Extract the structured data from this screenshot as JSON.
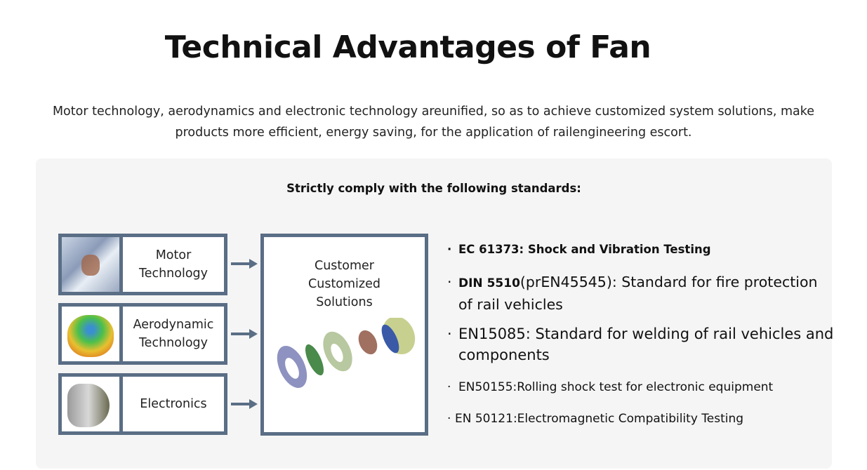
{
  "title": "Technical Advantages of Fan",
  "intro": "Motor technology, aerodynamics and electronic technology areunified, so as to achieve customized system solutions, make products more efficient, energy saving, for the application of railengineering escort.",
  "panel": {
    "heading": "Strictly comply with the following standards:",
    "sources": [
      {
        "label_1": "Motor",
        "label_2": "Technology",
        "icon": "motor-photo"
      },
      {
        "label_1": "Aerodynamic",
        "label_2": "Technology",
        "icon": "fan-simulation"
      },
      {
        "label_1": "Electronics",
        "label_2": "",
        "icon": "electronics-housing"
      }
    ],
    "result": {
      "line_1": "Customer",
      "line_2": "Customized",
      "line_3": "Solutions",
      "icon": "exploded-fan-assembly"
    },
    "standards": [
      {
        "code": "EC 61373: Shock and Vibration Testing",
        "rest": ""
      },
      {
        "code": "DIN 5510",
        "rest": "(prEN45545): Standard for fire protection",
        "cont": "of rail vehicles"
      },
      {
        "code": "EN15085: Standard for welding of rail vehicles and",
        "cont": "components"
      },
      {
        "code": "EN50155:Rolling shock test for electronic equipment"
      },
      {
        "code": "EN 50121:Electromagnetic Compatibility Testing"
      }
    ],
    "bullet": "·",
    "colors": {
      "frame": "#5a6e85",
      "panel": "#f5f5f5"
    }
  }
}
